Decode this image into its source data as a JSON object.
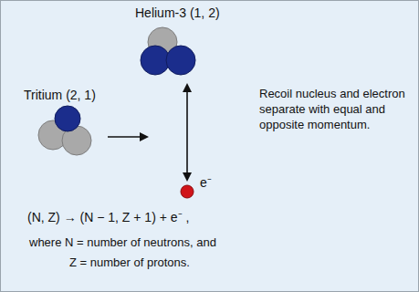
{
  "diagram": {
    "nodes": [
      {
        "text": [
          "Tritium (2, 1)"
        ]
      },
      {
        "text": [
          "Helium-3 (1, 2)"
        ]
      },
      {
        "text": [
          "e⁻"
        ]
      }
    ],
    "edges": [
      {
        "from": 1,
        "to": 2,
        "arrow": "both"
      }
    ],
    "labels": [
      "Recoil nucleus and electron separate with equal and opposite momentum.",
      "(N, Z) → (N − 1, Z + 1) + e⁻ ,",
      "where  N = number of neutrons, and",
      "Z = number of protons."
    ]
  }
}
